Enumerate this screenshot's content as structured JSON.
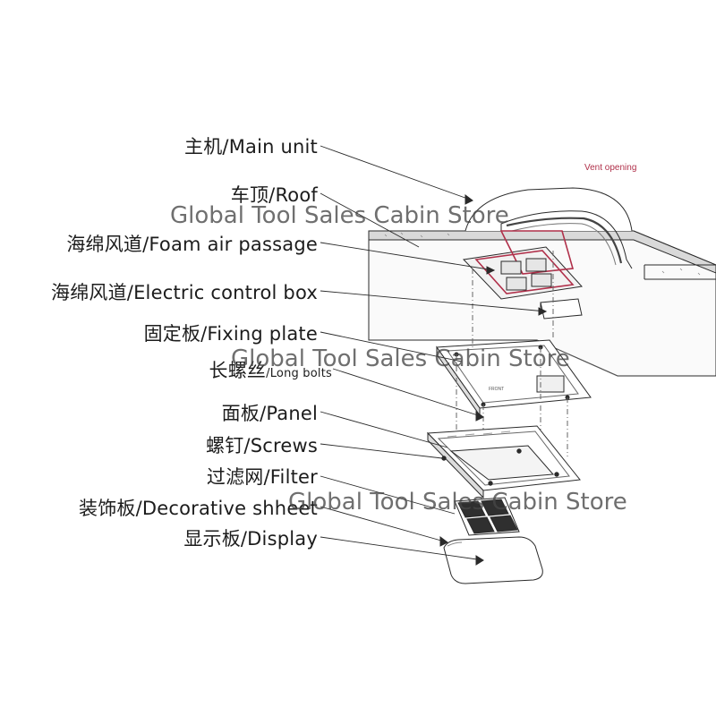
{
  "labels": {
    "main_unit": "主机/Main unit",
    "roof": "车顶/Roof",
    "foam_air_passage": "海绵风道/Foam air passage",
    "electric_control_box": "海绵风道/Electric control box",
    "fixing_plate": "固定板/Fixing plate",
    "long_bolts_cn": "长螺丝",
    "long_bolts_en": "/Long bolts",
    "panel": "面板/Panel",
    "screws": "螺钉/Screws",
    "filter": "过滤网/Filter",
    "decorative_sheet": "装饰板/Decorative shheet",
    "display": "显示板/Display"
  },
  "annotations": {
    "vent_opening": "Vent opening",
    "front_mark": "FRONT"
  },
  "watermarks": [
    "Global Tool Sales Cabin Store",
    "Global Tool Sales Cabin Store",
    "Global Tool Sales Cabin Store"
  ],
  "colors": {
    "line": "#2a2a2a",
    "accent": "#b0304a",
    "watermark": "#464646"
  }
}
